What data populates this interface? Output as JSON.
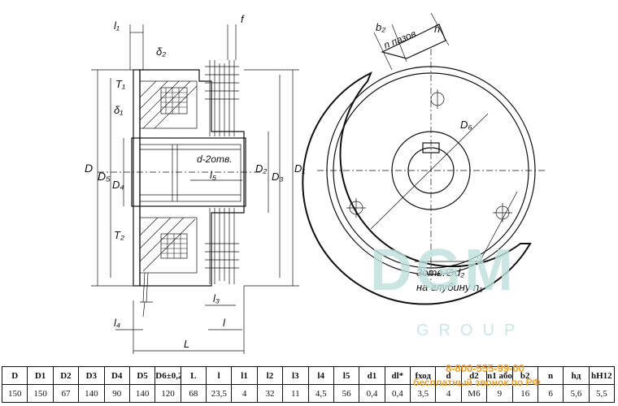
{
  "drawing": {
    "labels": {
      "l1": "l₁",
      "f": "f",
      "delta2": "δ₂",
      "T1": "T₁",
      "delta1": "δ₁",
      "D": "D",
      "D5": "D₅",
      "D4": "D₄",
      "d_2holes": "d-2отв.",
      "l5": "l₅",
      "D2": "D₂",
      "D3": "D₃",
      "D1": "D₁",
      "T2": "T₂",
      "l3": "l₃",
      "l4": "l₄",
      "l": "l",
      "L": "L",
      "b2": "b₂",
      "n_slots": "n пазов",
      "h": "h",
      "D6": "D₆",
      "holes_line1": "3отв.∅d₂",
      "holes_line2": "на глубину n₁"
    }
  },
  "watermarks": {
    "phone": "8-800-555-99-00",
    "note": "бесплатный звонок по РФ",
    "brand": "DGM",
    "group": "GROUP"
  },
  "table": {
    "headers": [
      "D",
      "D1",
      "D2",
      "D3",
      "D4",
      "D5",
      "D6±0,2",
      "L",
      "l",
      "l1",
      "l2",
      "l3",
      "l4",
      "l5",
      "d1",
      "dl*",
      "fход",
      "d",
      "d2",
      "n1 абол.",
      "b2",
      "n",
      "hд",
      "hH12"
    ],
    "values": [
      "150",
      "150",
      "67",
      "140",
      "90",
      "140",
      "120",
      "68",
      "23,5",
      "4",
      "32",
      "11",
      "4,5",
      "56",
      "0,4",
      "0,4",
      "3,5",
      "4",
      "M6",
      "9",
      "16",
      "6",
      "5,6",
      "5,5"
    ]
  }
}
